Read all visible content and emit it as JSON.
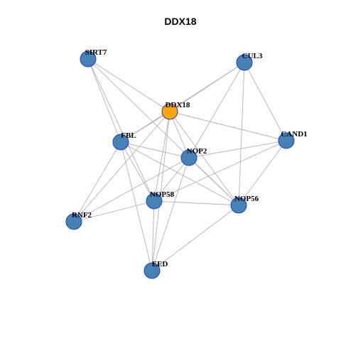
{
  "title": "DDX18",
  "colors": {
    "node_default": "#4682b4",
    "node_highlight": "#ffa500",
    "node_border": "#1a3fd6",
    "edge": "#b3b3b3"
  },
  "nodes": [
    {
      "id": "SIRT7",
      "label": "SIRT7",
      "highlight": false
    },
    {
      "id": "CUL3",
      "label": "CUL3",
      "highlight": false
    },
    {
      "id": "DDX18",
      "label": "DDX18",
      "highlight": true
    },
    {
      "id": "FBL",
      "label": "FBL",
      "highlight": false
    },
    {
      "id": "CAND1",
      "label": "CAND1",
      "highlight": false
    },
    {
      "id": "NOP2",
      "label": "NOP2",
      "highlight": false
    },
    {
      "id": "NOP58",
      "label": "NOP58",
      "highlight": false
    },
    {
      "id": "NOP56",
      "label": "NOP56",
      "highlight": false
    },
    {
      "id": "RNF2",
      "label": "RNF2",
      "highlight": false
    },
    {
      "id": "EED",
      "label": "EED",
      "highlight": false
    }
  ],
  "edges": [
    [
      "SIRT7",
      "DDX18"
    ],
    [
      "SIRT7",
      "FBL"
    ],
    [
      "SIRT7",
      "NOP58"
    ],
    [
      "SIRT7",
      "NOP56"
    ],
    [
      "CUL3",
      "DDX18"
    ],
    [
      "CUL3",
      "NOP2"
    ],
    [
      "CUL3",
      "CAND1"
    ],
    [
      "CUL3",
      "NOP56"
    ],
    [
      "CUL3",
      "FBL"
    ],
    [
      "DDX18",
      "FBL"
    ],
    [
      "DDX18",
      "NOP2"
    ],
    [
      "DDX18",
      "NOP58"
    ],
    [
      "DDX18",
      "NOP56"
    ],
    [
      "DDX18",
      "CAND1"
    ],
    [
      "DDX18",
      "RNF2"
    ],
    [
      "DDX18",
      "EED"
    ],
    [
      "FBL",
      "NOP2"
    ],
    [
      "FBL",
      "NOP58"
    ],
    [
      "FBL",
      "NOP56"
    ],
    [
      "FBL",
      "RNF2"
    ],
    [
      "FBL",
      "EED"
    ],
    [
      "NOP2",
      "CAND1"
    ],
    [
      "NOP2",
      "NOP58"
    ],
    [
      "NOP2",
      "NOP56"
    ],
    [
      "NOP2",
      "RNF2"
    ],
    [
      "NOP2",
      "EED"
    ],
    [
      "NOP58",
      "NOP56"
    ],
    [
      "NOP58",
      "CAND1"
    ],
    [
      "NOP58",
      "RNF2"
    ],
    [
      "NOP58",
      "EED"
    ],
    [
      "NOP56",
      "CAND1"
    ],
    [
      "NOP56",
      "EED"
    ]
  ]
}
